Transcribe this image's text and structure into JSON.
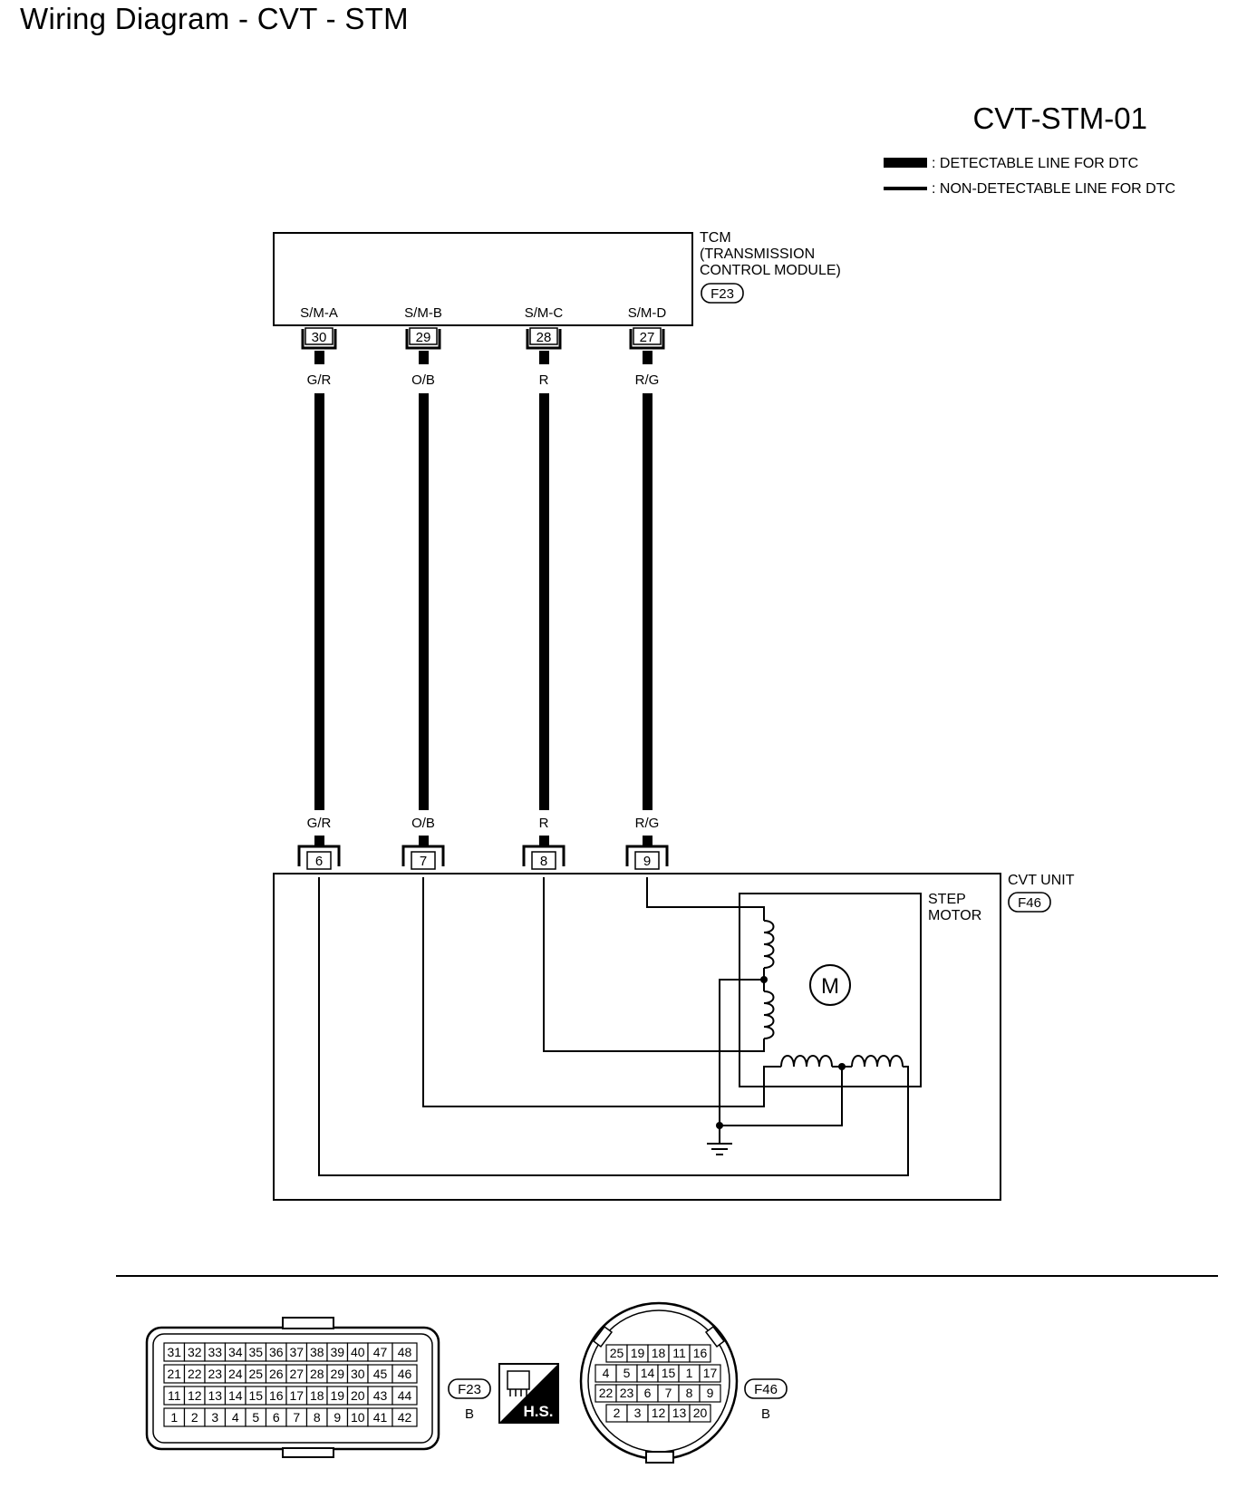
{
  "title": "Wiring Diagram - CVT - STM",
  "diagram_code": "CVT-STM-01",
  "legend": {
    "detectable": ": DETECTABLE LINE FOR DTC",
    "non_detectable": ": NON-DETECTABLE LINE FOR DTC"
  },
  "tcm": {
    "label_1": "TCM",
    "label_2": "(TRANSMISSION",
    "label_3": "CONTROL MODULE)",
    "connector": "F23",
    "pins": [
      {
        "name": "S/M-A",
        "num": "30",
        "wire": "G/R"
      },
      {
        "name": "S/M-B",
        "num": "29",
        "wire": "O/B"
      },
      {
        "name": "S/M-C",
        "num": "28",
        "wire": "R"
      },
      {
        "name": "S/M-D",
        "num": "27",
        "wire": "R/G"
      }
    ]
  },
  "cvt_unit": {
    "label": "CVT UNIT",
    "connector": "F46",
    "pins": [
      "6",
      "7",
      "8",
      "9"
    ],
    "step_motor_1": "STEP",
    "step_motor_2": "MOTOR",
    "motor_symbol": "M"
  },
  "connectors": {
    "f23": {
      "label": "F23",
      "color": "B",
      "rows": [
        [
          "31",
          "32",
          "33",
          "34",
          "35",
          "36",
          "37",
          "38",
          "39",
          "40",
          "47",
          "48"
        ],
        [
          "21",
          "22",
          "23",
          "24",
          "25",
          "26",
          "27",
          "28",
          "29",
          "30",
          "45",
          "46"
        ],
        [
          "11",
          "12",
          "13",
          "14",
          "15",
          "16",
          "17",
          "18",
          "19",
          "20",
          "43",
          "44"
        ],
        [
          "1",
          "2",
          "3",
          "4",
          "5",
          "6",
          "7",
          "8",
          "9",
          "10",
          "41",
          "42"
        ]
      ]
    },
    "hs_label": "H.S.",
    "f46": {
      "label": "F46",
      "color": "B",
      "rows": [
        [
          "25",
          "19",
          "18",
          "11",
          "16"
        ],
        [
          "4",
          "5",
          "14",
          "15",
          "1",
          "17"
        ],
        [
          "22",
          "23",
          "6",
          "7",
          "8",
          "9"
        ],
        [
          "2",
          "3",
          "12",
          "13",
          "20"
        ]
      ]
    }
  }
}
